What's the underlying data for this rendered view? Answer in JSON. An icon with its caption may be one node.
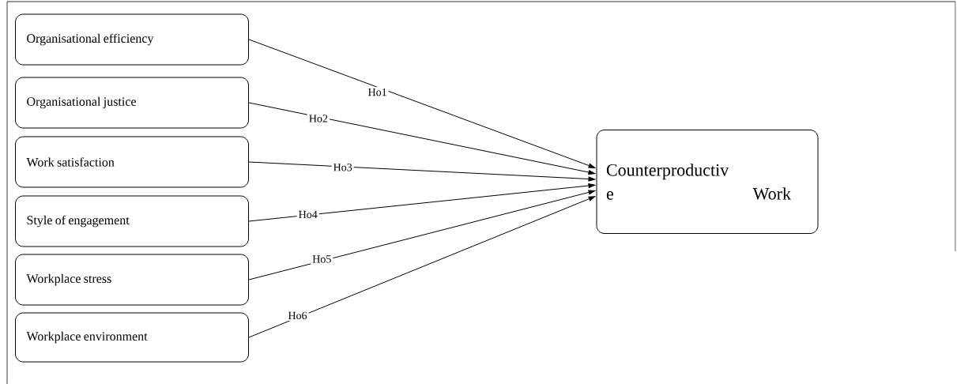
{
  "diagram": {
    "nodes": [
      {
        "text": [
          "Organisational efficiency"
        ]
      },
      {
        "text": [
          "Organisational justice"
        ]
      },
      {
        "text": [
          "Work satisfaction"
        ]
      },
      {
        "text": [
          "Style of engagement"
        ]
      },
      {
        "text": [
          "Workplace stress"
        ]
      },
      {
        "text": [
          "Workplace environment"
        ]
      },
      {
        "text": [
          "Counterproductiv e Work"
        ]
      }
    ],
    "edges": [
      {
        "from": 0,
        "to": 6,
        "arrow": "to",
        "label": "Ho1"
      },
      {
        "from": 1,
        "to": 6,
        "arrow": "to",
        "label": "Ho2"
      },
      {
        "from": 2,
        "to": 6,
        "arrow": "to",
        "label": "Ho3"
      },
      {
        "from": 3,
        "to": 6,
        "arrow": "to",
        "label": "Ho4"
      },
      {
        "from": 4,
        "to": 6,
        "arrow": "to",
        "label": "Ho5"
      },
      {
        "from": 5,
        "to": 6,
        "arrow": "to",
        "label": "Ho6"
      }
    ]
  }
}
